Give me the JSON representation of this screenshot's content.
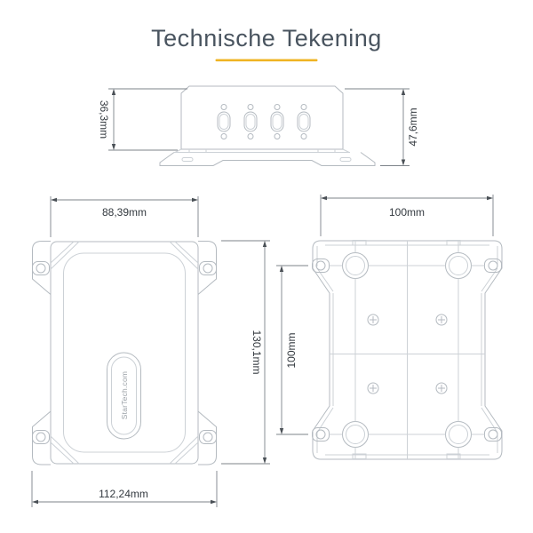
{
  "title": "Technische Tekening",
  "accent_color": "#efb424",
  "brand_logo": "StarTech.com",
  "views": {
    "side_elevation": {
      "port_count": 4,
      "dimensions": {
        "body_height": "36,3mm",
        "total_height": "47,6mm"
      }
    },
    "top_face": {
      "dimensions": {
        "body_width": "88,39mm",
        "body_height": "130,1mm",
        "flange_width": "112,24mm"
      }
    },
    "bottom_face": {
      "dimensions": {
        "hole_spacing_horizontal": "100mm",
        "hole_spacing_vertical": "100mm"
      }
    }
  }
}
